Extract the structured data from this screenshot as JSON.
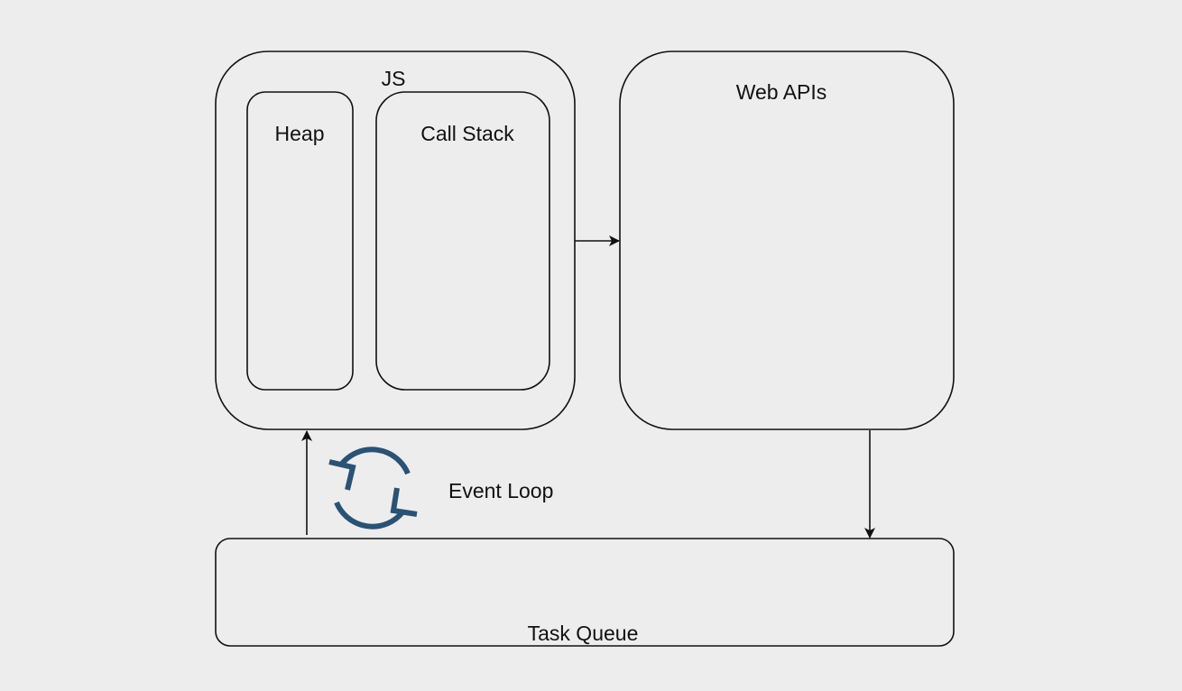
{
  "nodes": {
    "js": {
      "label": "JS"
    },
    "heap": {
      "label": "Heap"
    },
    "call_stack": {
      "label": "Call Stack"
    },
    "web_apis": {
      "label": "Web APIs"
    },
    "task_queue": {
      "label": "Task Queue"
    }
  },
  "event_loop": {
    "label": "Event Loop",
    "icon": "refresh-cycle-icon",
    "icon_color": "#2a5274"
  },
  "edges": [
    {
      "from": "JS",
      "to": "Web APIs"
    },
    {
      "from": "Web APIs",
      "to": "Task Queue"
    },
    {
      "from": "Task Queue",
      "to": "JS"
    }
  ],
  "colors": {
    "background": "#ededed",
    "stroke": "#111111",
    "node_fill": "#ededed"
  }
}
